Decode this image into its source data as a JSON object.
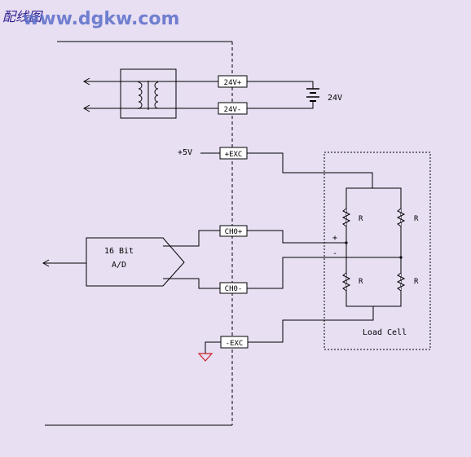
{
  "header": {
    "title": "配线图",
    "watermark": "www.dgkw.com"
  },
  "terminals": {
    "v24_plus": "24V+",
    "v24_minus": "24V-",
    "exc_plus": "+EXC",
    "ch0_plus": "CH0+",
    "ch0_minus": "CH0-",
    "exc_minus": "-EXC"
  },
  "supply": {
    "battery_label": "24V",
    "v5_label": "+5V"
  },
  "adc": {
    "line1": "16 Bit",
    "line2": "A/D"
  },
  "bridge": {
    "r_top_left": "R",
    "r_top_right": "R",
    "r_bottom_left": "R",
    "r_bottom_right": "R",
    "plus_sign": "+",
    "minus_sign": "-",
    "box_label": "Load Cell"
  },
  "colors": {
    "background": "#e8dff3",
    "wire": "#000000",
    "title": "#2a1a8c",
    "watermark": "#5a6fc8",
    "ground": "#cc2222"
  }
}
